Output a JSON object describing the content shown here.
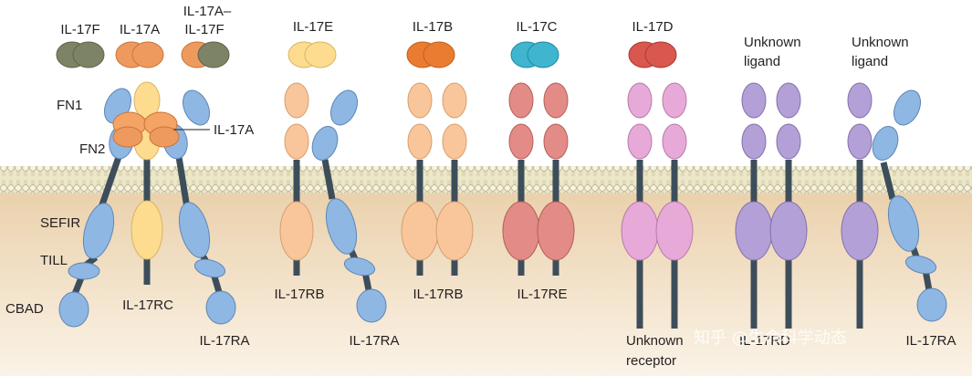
{
  "ligands": {
    "il17f": "IL-17F",
    "il17a": "IL-17A",
    "il17af_line1": "IL-17A–",
    "il17af_line2": "IL-17F",
    "il17e": "IL-17E",
    "il17b": "IL-17B",
    "il17c": "IL-17C",
    "il17d": "IL-17D",
    "unknown1_line1": "Unknown",
    "unknown1_line2": "ligand",
    "unknown2_line1": "Unknown",
    "unknown2_line2": "ligand"
  },
  "domains": {
    "fn1": "FN1",
    "fn2": "FN2",
    "il17a_bound": "IL-17A",
    "sefir": "SEFIR",
    "till": "TILL",
    "cbad": "CBAD"
  },
  "receptors": {
    "il17rc": "IL-17RC",
    "il17ra_1": "IL-17RA",
    "il17rb_1": "IL-17RB",
    "il17ra_2": "IL-17RA",
    "il17rb_2": "IL-17RB",
    "il17re": "IL-17RE",
    "unknown_receptor_line1": "Unknown",
    "unknown_receptor_line2": "receptor",
    "il17rd": "IL-17RD",
    "il17ra_3": "IL-17RA"
  },
  "watermark": "知乎 @生命科学动态",
  "colors": {
    "olive": "#7d8466",
    "orange": "#ee9a5e",
    "il17a_light": "#f5b07a",
    "yellow": "#fddc8f",
    "peach": "#f9c69b",
    "deep_orange": "#ea7c32",
    "cyan": "#3fb5cf",
    "red": "#d9574f",
    "blue": "#8fb7e3",
    "salmon": "#e28b87",
    "pink": "#e7a9d8",
    "lavender": "#b3a0d6",
    "stem": "#3d4e5a",
    "cytoplasm": "#f0dcc0"
  }
}
